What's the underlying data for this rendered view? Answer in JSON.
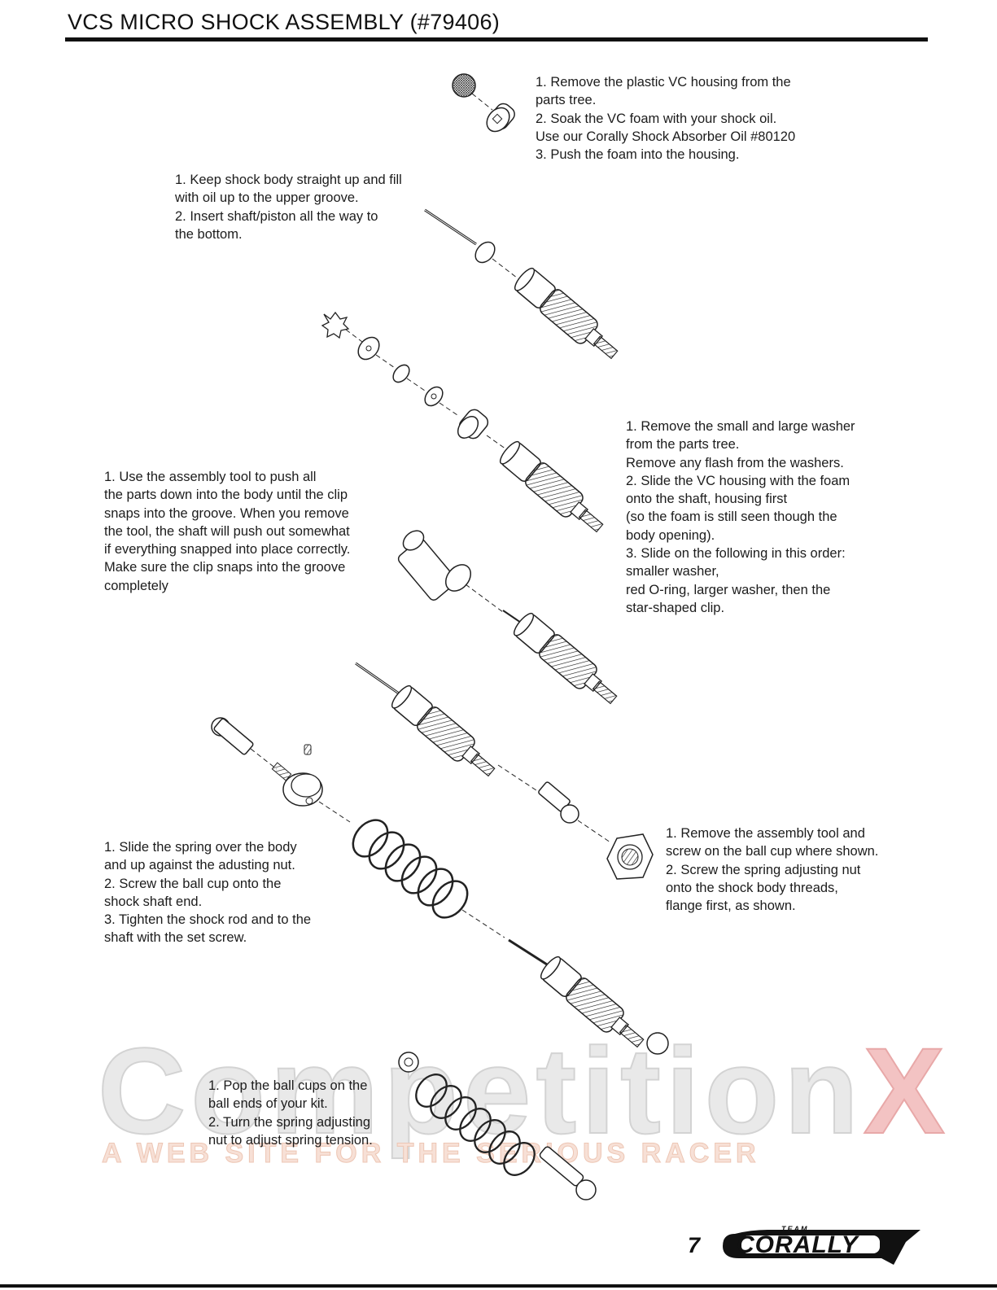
{
  "page": {
    "title": "VCS MICRO SHOCK ASSEMBLY (#79406)",
    "page_number": "7"
  },
  "steps": [
    {
      "id": "vc-housing",
      "lines": [
        "1. Remove the plastic VC housing from the",
        "parts tree.",
        "2. Soak the VC foam with your shock oil.",
        "Use our Corally Shock Absorber Oil #80120",
        "3. Push the foam into the housing."
      ]
    },
    {
      "id": "fill-oil",
      "lines": [
        "1. Keep shock body straight up and fill",
        "with oil up to the upper groove.",
        "2. Insert shaft/piston all the way to",
        "the bottom."
      ]
    },
    {
      "id": "washers",
      "lines": [
        "1. Remove the small and large washer",
        "from the parts tree.",
        "Remove any flash from the washers.",
        "2. Slide the VC housing with the foam",
        "onto the shaft, housing first",
        "(so the foam is still seen though the",
        "body opening).",
        "3. Slide on the following in this order:",
        "smaller washer,",
        "red O-ring, larger washer, then the",
        "star-shaped clip."
      ]
    },
    {
      "id": "assembly-tool",
      "lines": [
        "1. Use the assembly tool to push all",
        "the parts down into the body until the clip",
        "snaps into the groove. When you remove",
        "the tool, the shaft will push out somewhat",
        "if everything snapped into place correctly.",
        "Make sure the clip snaps into the groove",
        "completely"
      ]
    },
    {
      "id": "ball-cup",
      "lines": [
        "1. Remove the assembly tool and",
        "screw on the ball cup where shown.",
        "2. Screw the spring adjusting nut",
        "onto the shock body threads,",
        "flange first, as shown."
      ]
    },
    {
      "id": "spring",
      "lines": [
        "1. Slide the spring over the body",
        "and up against the adusting nut.",
        "2. Screw the ball cup onto the",
        "shock shaft end.",
        "3. Tighten the shock rod and to the",
        "shaft with the set screw."
      ]
    },
    {
      "id": "final",
      "lines": [
        "1. Pop the ball cups on the",
        "ball ends of your kit.",
        "2. Turn the spring adjusting",
        "nut to adjust spring tension."
      ]
    }
  ],
  "watermark": {
    "main": "Competition",
    "accent": "X",
    "tagline": "A WEB SITE FOR THE SERIOUS RACER"
  },
  "brand": {
    "tag": "TEAM",
    "name": "CORALLY"
  },
  "colors": {
    "text": "#1a1a1a",
    "watermark_gray": "#d3d3d3",
    "watermark_red": "#e8a8a8"
  }
}
